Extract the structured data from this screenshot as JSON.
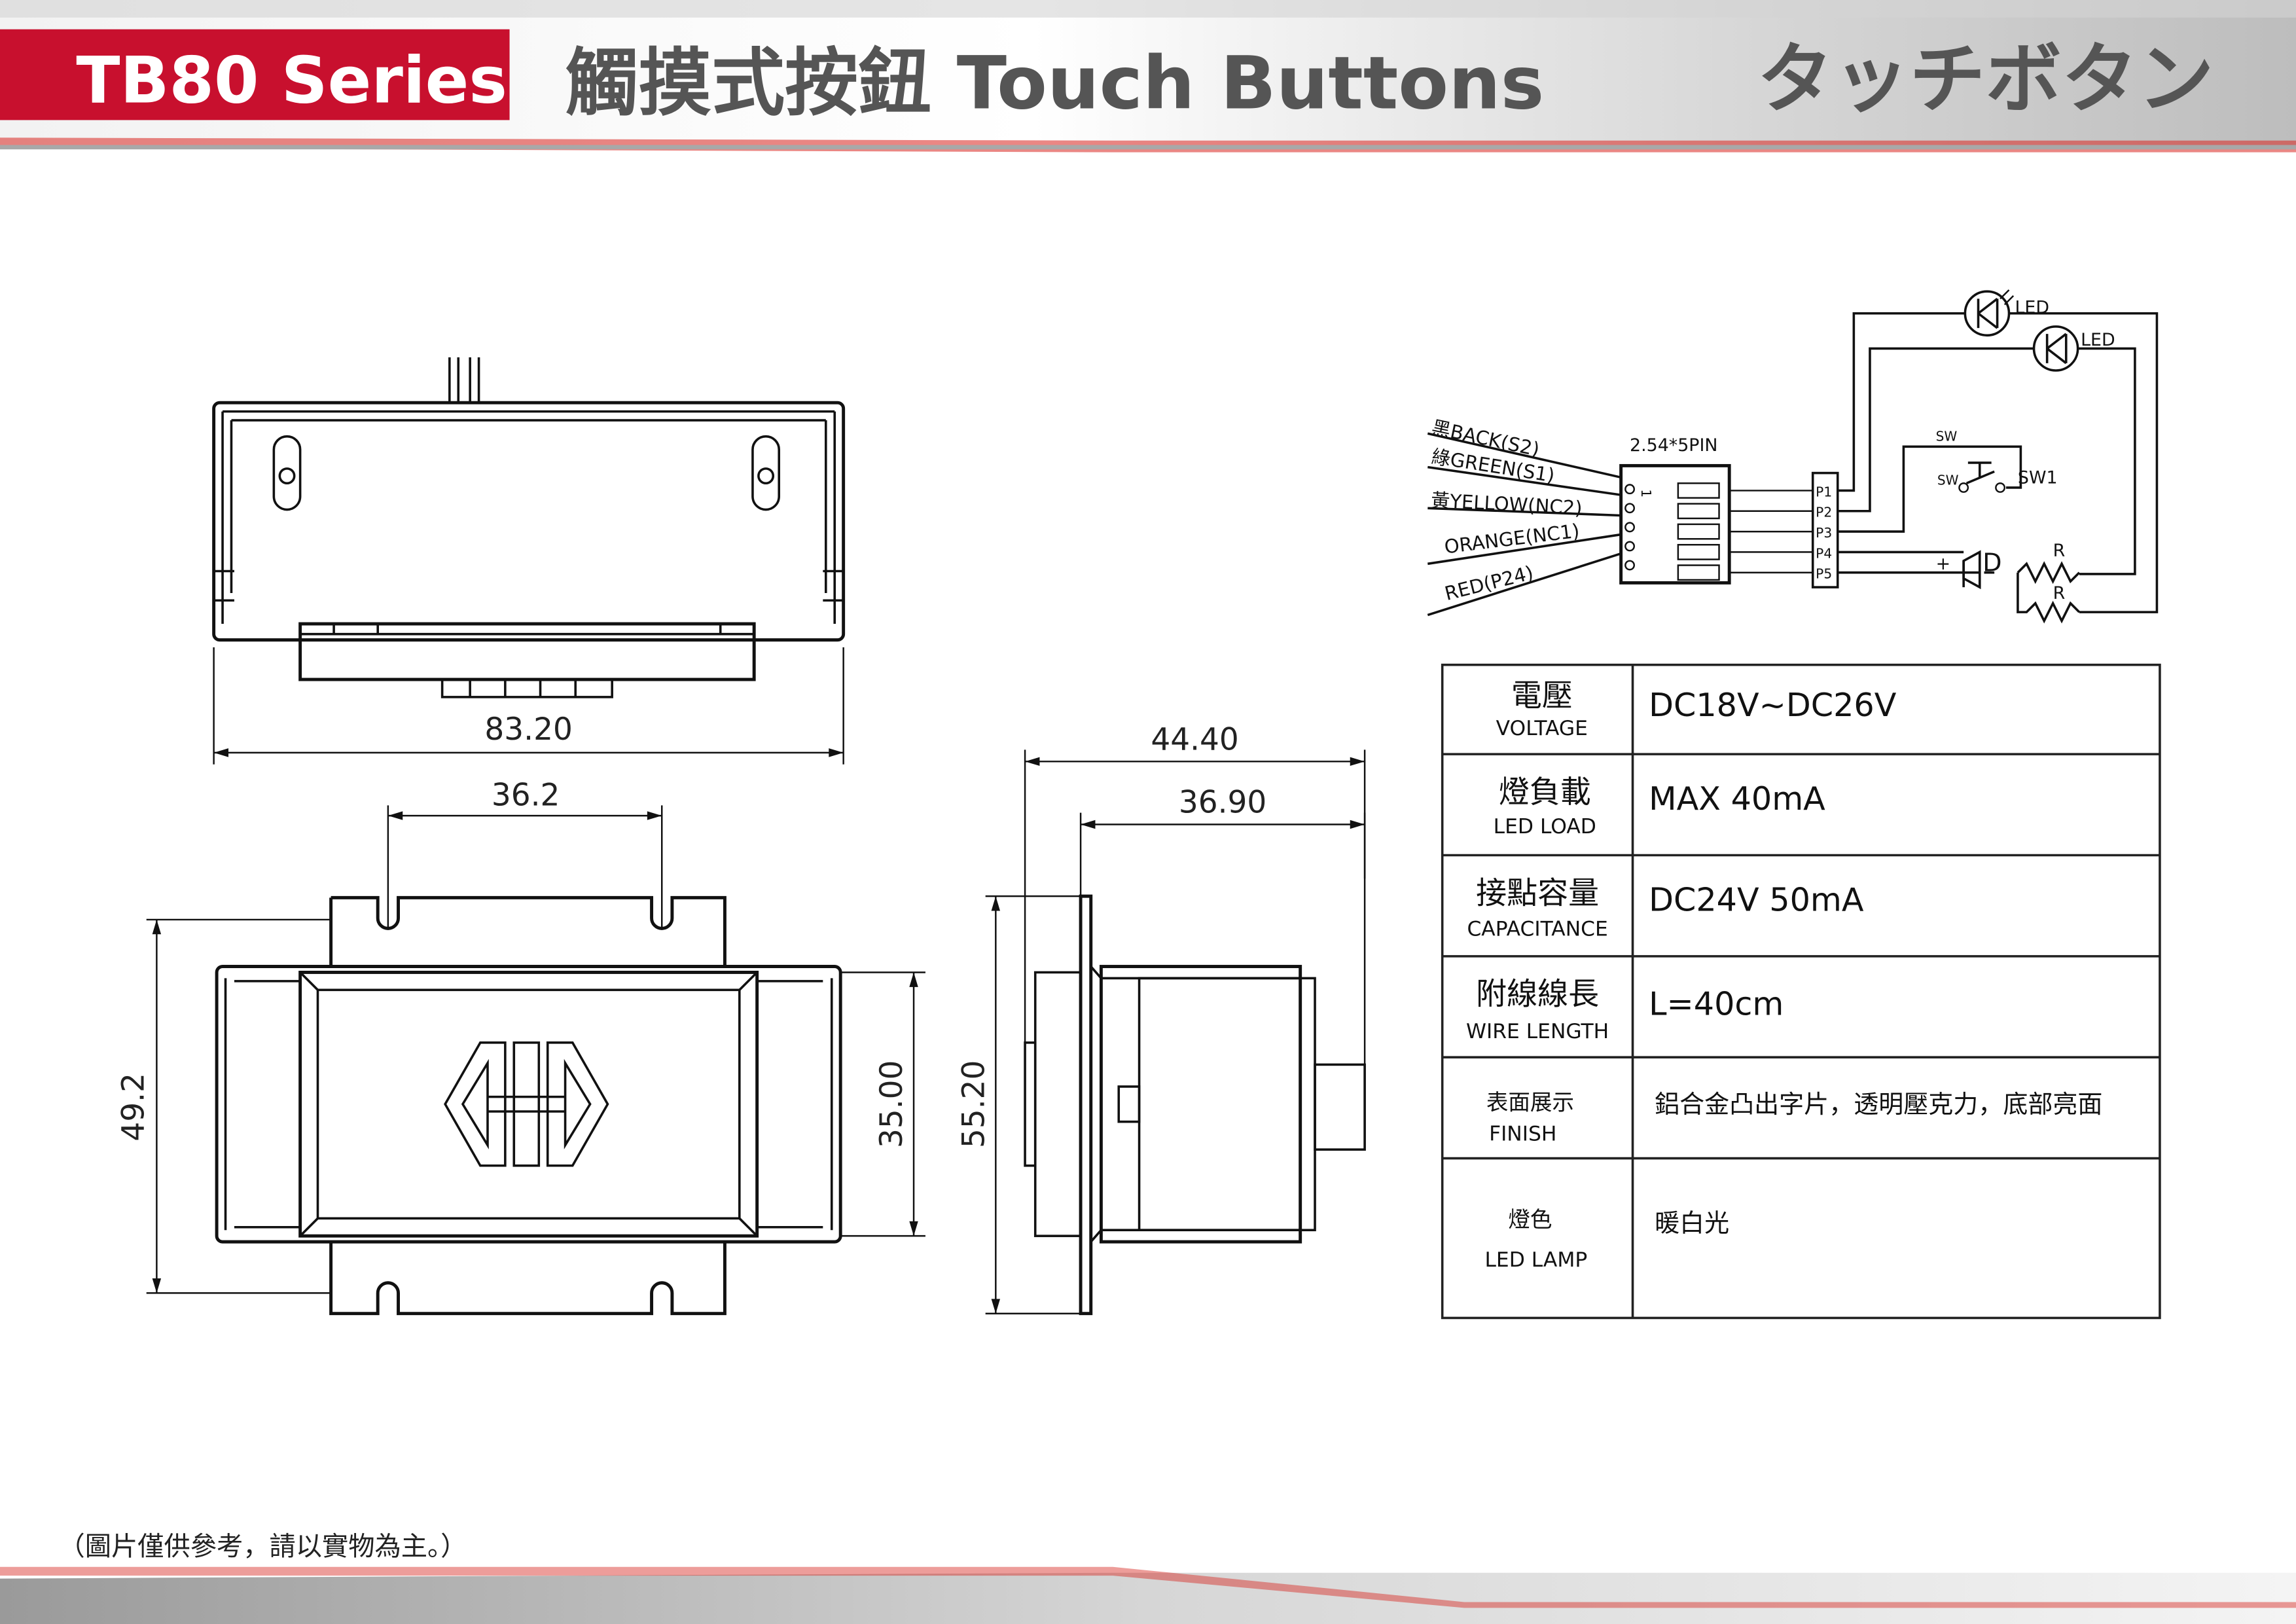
{
  "header": {
    "series": "TB80  Series",
    "title": "觸摸式按鈕 Touch Buttons",
    "title_jp": "タッチボタン"
  },
  "drawing": {
    "top_width": "83.20",
    "hole_spacing": "36.2",
    "plate_height": "49.2",
    "body_height": "35.00",
    "side_depth": "44.40",
    "side_depth_inner": "36.90",
    "side_height": "55.20"
  },
  "wiring": {
    "wires": [
      "黑BACK(S2)",
      "綠GREEN(S1)",
      "黃YELLOW(NC2)",
      "ORANGE(NC1)",
      "RED(P24)"
    ],
    "connector": "2.54*5PIN",
    "pin_1": "1",
    "pins": [
      "P1",
      "P2",
      "P3",
      "P4",
      "P5"
    ],
    "led_1": "LED",
    "led_2": "LED",
    "sw_label": "SW",
    "sw_small_1": "SW",
    "sw_small_2": "SW",
    "plus": "+",
    "diode": "D",
    "res_1": "R",
    "res_2": "R"
  },
  "spec_table": [
    {
      "label_zh": "電壓",
      "label_en": "VOLTAGE",
      "value": "DC18V~DC26V"
    },
    {
      "label_zh": "燈負載",
      "label_en": "LED   LOAD",
      "value": "MAX 40mA"
    },
    {
      "label_zh": "接點容量",
      "label_en": "CAPACITANCE",
      "value": "DC24V  50mA"
    },
    {
      "label_zh": "附線線長",
      "label_en": "WIRE   LENGTH",
      "value": "L=40cm"
    },
    {
      "label_zh": "表面展示",
      "label_en": "FINISH",
      "value": "鋁合金凸出字片，透明壓克力，底部亮面"
    },
    {
      "label_zh": "燈色",
      "label_en": "LED    LAMP",
      "value": "暖白光"
    }
  ],
  "footer": {
    "note": "（圖片僅供參考，請以實物為主。）"
  },
  "colors": {
    "brand_red": "#c8102e",
    "header_gray": "#c9c9c9",
    "text_gray": "#555555"
  }
}
